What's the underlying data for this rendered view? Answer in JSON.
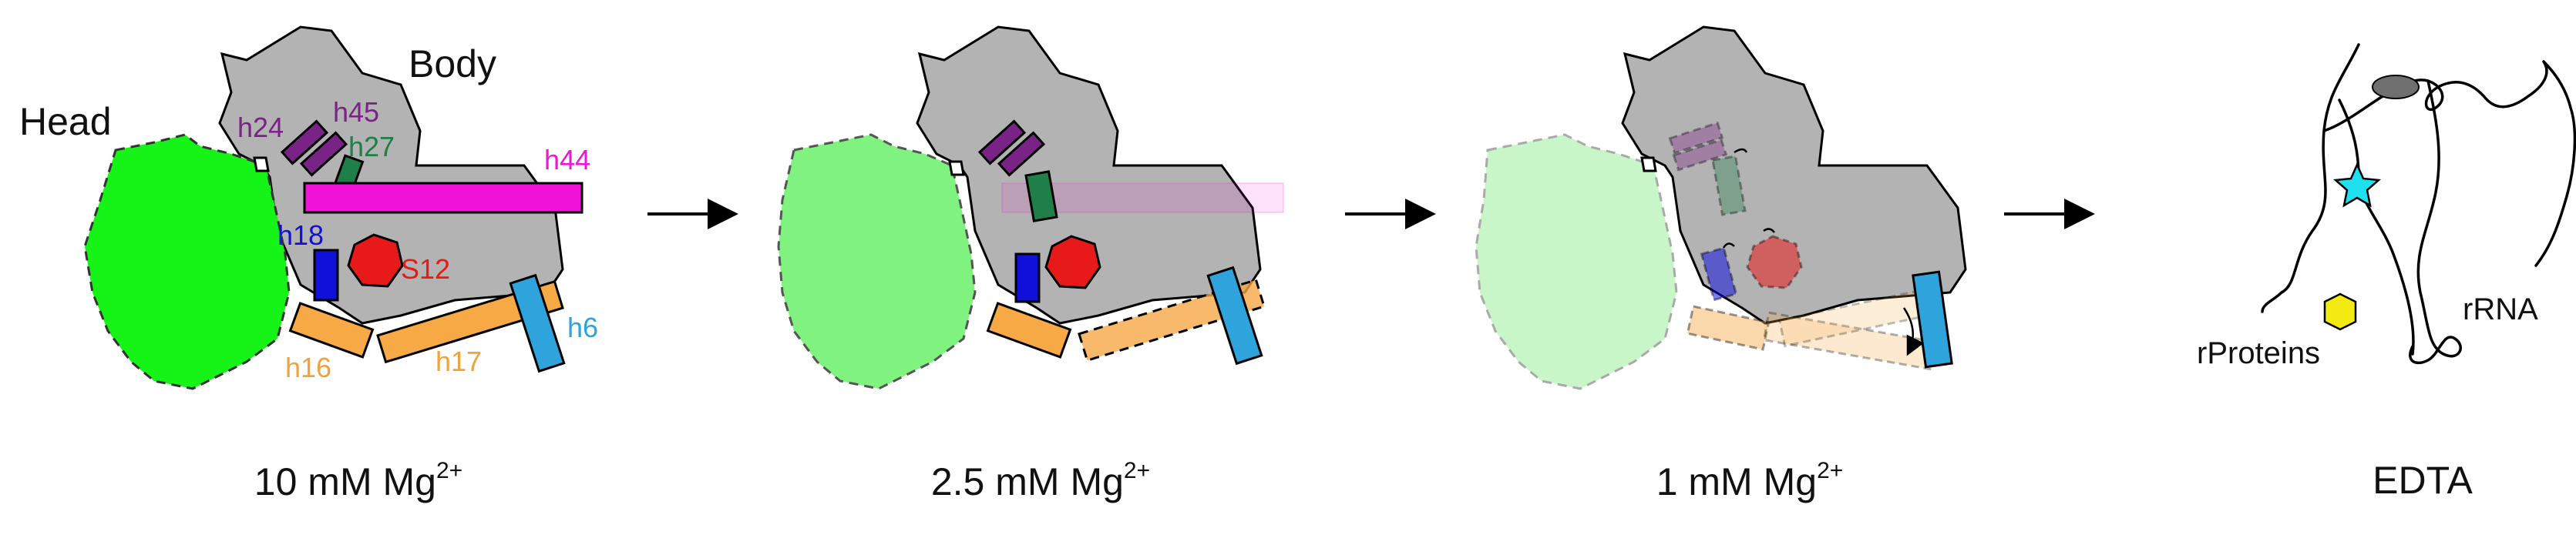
{
  "panels": [
    {
      "caption": "10 mM Mg",
      "sup": "2+"
    },
    {
      "caption": "2.5 mM Mg",
      "sup": "2+"
    },
    {
      "caption": "1 mM Mg",
      "sup": "2+"
    },
    {
      "caption": "EDTA",
      "sup": ""
    }
  ],
  "labels": {
    "head": "Head",
    "body": "Body",
    "h24": "h24",
    "h45": "h45",
    "h27": "h27",
    "h44": "h44",
    "h18": "h18",
    "s12": "S12",
    "h16": "h16",
    "h17": "h17",
    "h6": "h6",
    "rproteins": "rProteins",
    "rrna": "rRNA"
  },
  "colors": {
    "head": "#16f316",
    "body": "#b3b3b3",
    "h24_h45": "#7a2386",
    "h27": "#1f7f48",
    "h44": "#f213d8",
    "h18": "#1010d8",
    "s12": "#e81919",
    "h16_h17": "#f6a945",
    "h6": "#2fa3dc",
    "protein": "#f2ea10",
    "star": "#1ee0ee",
    "oval": "#6f6f6f"
  }
}
